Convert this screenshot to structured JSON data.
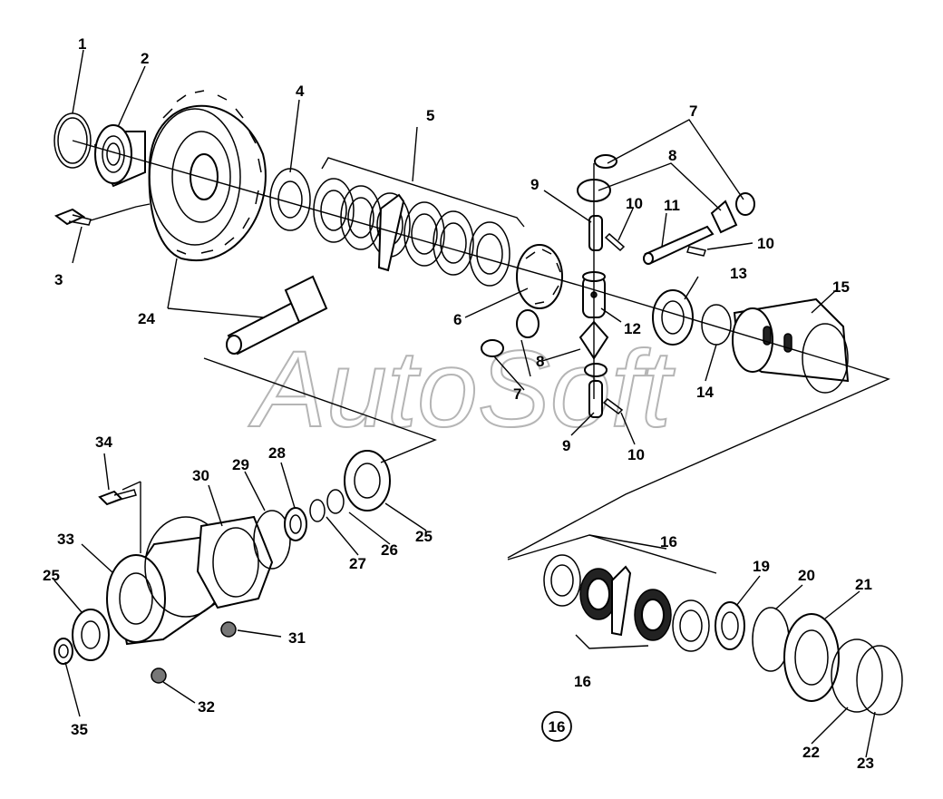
{
  "diagram": {
    "watermark": "AutoSoft",
    "group_badge": "16",
    "callouts": [
      {
        "id": "c1",
        "text": "1"
      },
      {
        "id": "c2",
        "text": "2"
      },
      {
        "id": "c3",
        "text": "3"
      },
      {
        "id": "c4",
        "text": "4"
      },
      {
        "id": "c5",
        "text": "5"
      },
      {
        "id": "c6",
        "text": "6"
      },
      {
        "id": "c7a",
        "text": "7"
      },
      {
        "id": "c7b",
        "text": "7"
      },
      {
        "id": "c8a",
        "text": "8"
      },
      {
        "id": "c8b",
        "text": "8"
      },
      {
        "id": "c9a",
        "text": "9"
      },
      {
        "id": "c9b",
        "text": "9"
      },
      {
        "id": "c10a",
        "text": "10"
      },
      {
        "id": "c10b",
        "text": "10"
      },
      {
        "id": "c10c",
        "text": "10"
      },
      {
        "id": "c11",
        "text": "11"
      },
      {
        "id": "c12",
        "text": "12"
      },
      {
        "id": "c13",
        "text": "13"
      },
      {
        "id": "c14",
        "text": "14"
      },
      {
        "id": "c15",
        "text": "15"
      },
      {
        "id": "c16a",
        "text": "16"
      },
      {
        "id": "c16b",
        "text": "16"
      },
      {
        "id": "c19",
        "text": "19"
      },
      {
        "id": "c20",
        "text": "20"
      },
      {
        "id": "c21",
        "text": "21"
      },
      {
        "id": "c22",
        "text": "22"
      },
      {
        "id": "c23",
        "text": "23"
      },
      {
        "id": "c24",
        "text": "24"
      },
      {
        "id": "c25a",
        "text": "25"
      },
      {
        "id": "c25b",
        "text": "25"
      },
      {
        "id": "c26",
        "text": "26"
      },
      {
        "id": "c27",
        "text": "27"
      },
      {
        "id": "c28",
        "text": "28"
      },
      {
        "id": "c29",
        "text": "29"
      },
      {
        "id": "c30",
        "text": "30"
      },
      {
        "id": "c31",
        "text": "31"
      },
      {
        "id": "c32",
        "text": "32"
      },
      {
        "id": "c33",
        "text": "33"
      },
      {
        "id": "c34",
        "text": "34"
      },
      {
        "id": "c35",
        "text": "35"
      }
    ]
  }
}
